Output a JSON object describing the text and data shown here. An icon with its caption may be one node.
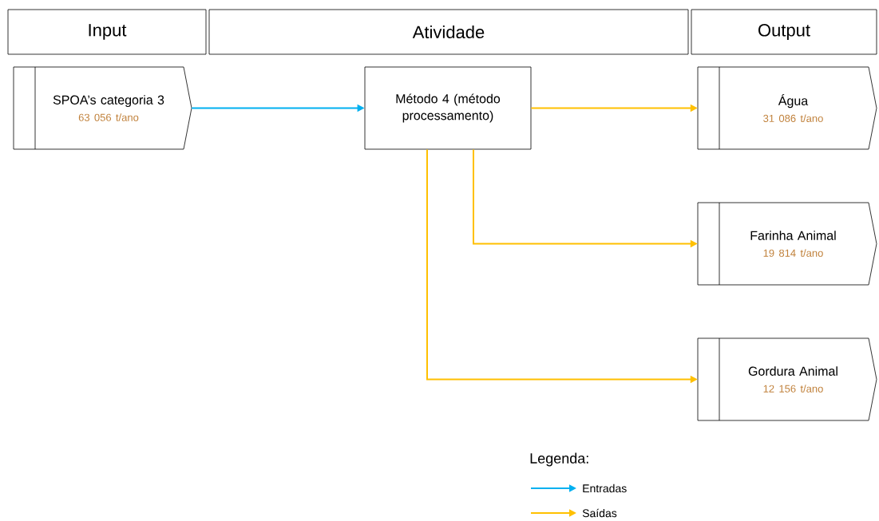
{
  "diagram": {
    "nodes": [
      {
        "text": [
          "Input"
        ]
      },
      {
        "text": [
          "Atividade"
        ]
      },
      {
        "text": [
          "Output"
        ]
      },
      {
        "text": [
          "SPOA’s categoria 3",
          "63 056 t/ano"
        ]
      },
      {
        "text": [
          "Método 4 (método processamento)"
        ]
      },
      {
        "text": [
          "Água",
          "31 086 t/ano"
        ]
      },
      {
        "text": [
          "Farinha Animal",
          "19 814 t/ano"
        ]
      },
      {
        "text": [
          "Gordura Animal",
          "12 156 t/ano"
        ]
      }
    ],
    "edges": [
      {
        "from": 3,
        "to": 4,
        "arrow": "to",
        "color": "#00b0f0"
      },
      {
        "from": 4,
        "to": 5,
        "arrow": "to"
      },
      {
        "from": 4,
        "to": 6,
        "arrow": "to"
      },
      {
        "from": 4,
        "to": 7,
        "arrow": "to"
      }
    ],
    "labels": [
      "Legenda:"
    ],
    "legend": [
      {
        "text": "Entradas"
      },
      {
        "text": "Saídas"
      }
    ]
  }
}
